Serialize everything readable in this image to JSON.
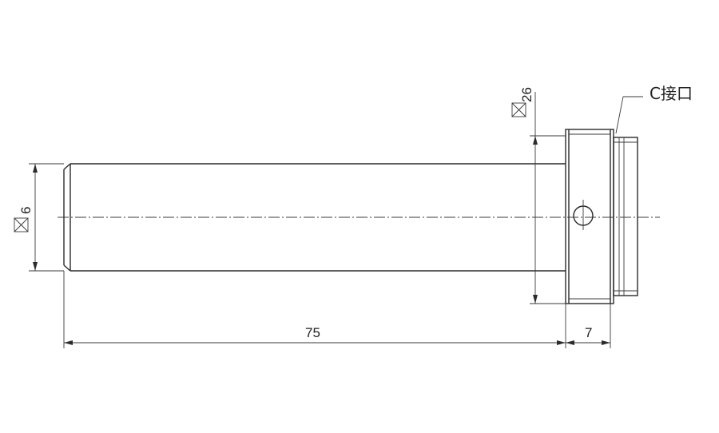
{
  "dimensions": {
    "rod_diameter": "6",
    "head_diameter": "26",
    "rod_length": "75",
    "head_length": "7"
  },
  "label": {
    "mount": "C接口"
  },
  "colors": {
    "line": "#2b2b2b",
    "background": "#ffffff"
  }
}
